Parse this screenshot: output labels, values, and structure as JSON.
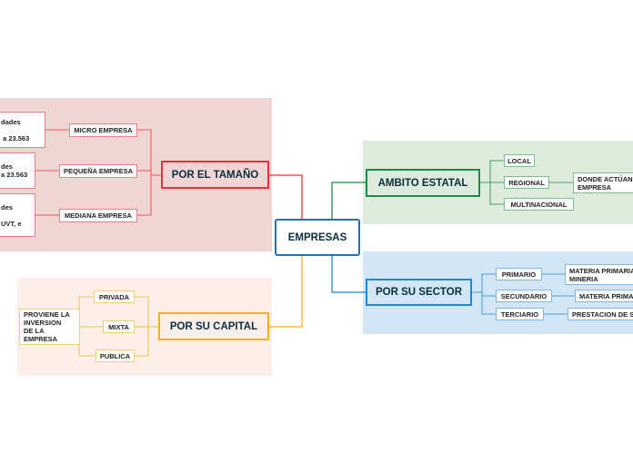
{
  "colors": {
    "center_border": "#2a6fa8",
    "tamano": "#e0353d",
    "tamano_bg": "#f0d5d5",
    "capital": "#f2b21b",
    "capital_bg": "#fcefe9",
    "estatal": "#1d8a4a",
    "estatal_bg": "#ddebdc",
    "sector": "#1c8ad0",
    "sector_bg": "#d2e6f6"
  },
  "center": {
    "label": "EMPRESAS"
  },
  "tamano": {
    "label": "POR EL TAMAÑO",
    "micro": "MICRO EMPRESA",
    "pequena": "PEQUEÑA EMPRESA",
    "mediana": "MEDIANA EMPRESA",
    "micro_detail": "dades\n\n a 23.563",
    "pequena_detail": "des\na 23.563",
    "mediana_detail": "des\n\nUVT, e"
  },
  "capital": {
    "label": "POR SU CAPITAL",
    "detail": "PROVIENE LA\nINVERSION\nDE LA\nEMPRESA",
    "privada": "PRIVADA",
    "mixta": "MIXTA",
    "publica": "PUBLICA"
  },
  "estatal": {
    "label": "AMBITO ESTATAL",
    "local": "LOCAL",
    "regional": "REGIONAL",
    "multinacional": "MULTINACIONAL",
    "detail": "DONDE ACTÚAN\nEMPRESA"
  },
  "sector": {
    "label": "POR SU SECTOR",
    "primario": "PRIMARIO",
    "secundario": "SECUNDARIO",
    "terciario": "TERCIARIO",
    "primario_detail": "MATERIA PRIMARIA\nMINERIA",
    "secundario_detail": "MATERIA PRIMA",
    "terciario_detail": "PRESTACION DE S"
  }
}
